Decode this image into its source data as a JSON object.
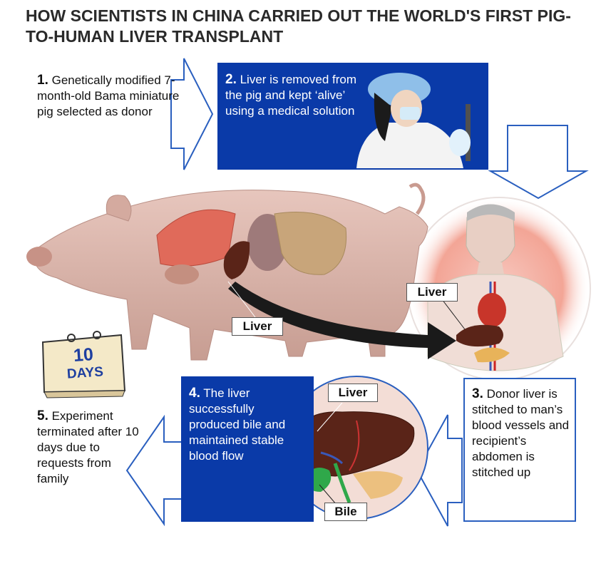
{
  "title": "HOW SCIENTISTS IN CHINA CARRIED OUT THE WORLD'S FIRST PIG-TO-HUMAN LIVER TRANSPLANT",
  "steps": {
    "s1": {
      "num": "1.",
      "text": "Genetically modified 7-month-old Bama miniature pig selected as donor"
    },
    "s2": {
      "num": "2.",
      "text": "Liver is removed from the pig and kept ‘alive’ using a medical solution"
    },
    "s3": {
      "num": "3.",
      "text": "Donor liver is stitched to man’s blood vessels and recipient’s abdomen is stitched up"
    },
    "s4": {
      "num": "4.",
      "text": "The liver successfully produced bile and maintained stable blood flow"
    },
    "s5": {
      "num": "5.",
      "text": "Experiment terminated after 10 days due to requests from family"
    }
  },
  "labels": {
    "liver_pig": "Liver",
    "liver_human": "Liver",
    "liver_detail": "Liver",
    "bile": "Bile"
  },
  "calendar": {
    "number": "10",
    "unit": "DAYS"
  },
  "colors": {
    "blue_box": "#0a3aa8",
    "arrow_outline": "#2a5fbf",
    "pig": "#d9b3a8",
    "liver": "#5a2418",
    "bile": "#2fa84a"
  }
}
